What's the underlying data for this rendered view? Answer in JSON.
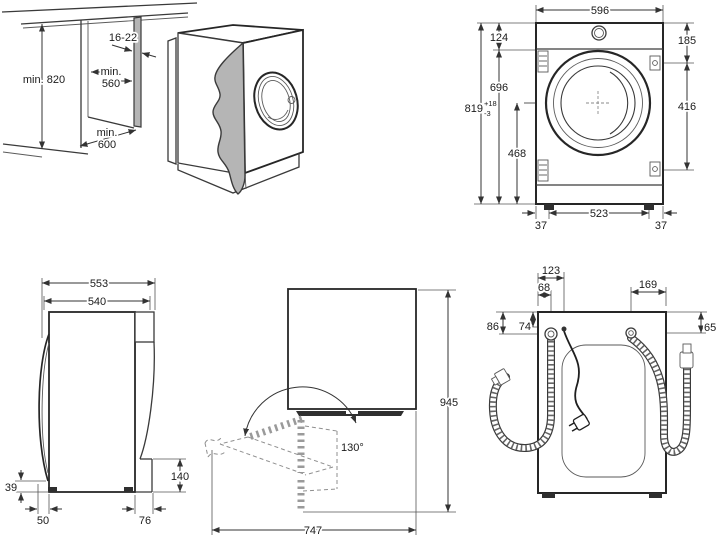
{
  "panels": {
    "niche": {
      "min_height": "min. 820",
      "panel_thickness": "16-22",
      "min_width_prefix": "min.",
      "min_width_value": "560",
      "min_depth_prefix": "min.",
      "min_depth_value": "600"
    },
    "front_view": {
      "width": "596",
      "top_section_height": "124",
      "lower_section_height": "696",
      "overall_height": "819",
      "tolerance_plus": "+18",
      "tolerance_minus": "-3",
      "top_to_upper_bracket": "185",
      "bracket_spacing": "416",
      "door_axis_to_bottom": "468",
      "feet_spacing": "523",
      "left_foot_inset": "37",
      "right_foot_inset": "37"
    },
    "side_view": {
      "max_depth": "553",
      "body_depth": "540",
      "front_clearance": "39",
      "door_protrusion": "50",
      "rear_protrusion": "76",
      "rear_recess_height": "140"
    },
    "door_swing": {
      "open_height": "945",
      "open_depth": "747",
      "opening_angle": "130°"
    },
    "rear_view": {
      "cord_offset_x": "123",
      "drain_offset_x": "68",
      "inlet_offset_x": "169",
      "drain_offset_y": "86",
      "cord_offset_y": "74",
      "inlet_offset_y": "65"
    }
  }
}
